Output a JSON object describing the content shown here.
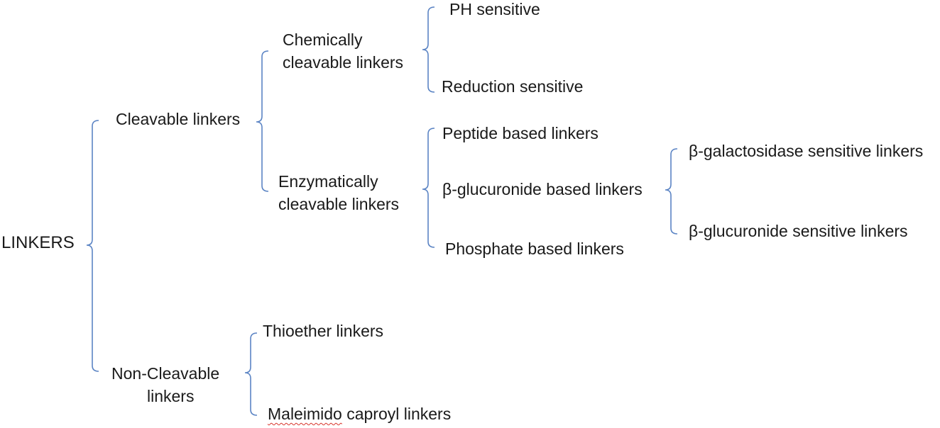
{
  "diagram": {
    "root": "LINKERS",
    "cleavable": {
      "label": "Cleavable linkers",
      "chemically": {
        "line1": "Chemically",
        "line2": "cleavable linkers",
        "children": [
          "PH sensitive",
          "Reduction sensitive"
        ]
      },
      "enzymatically": {
        "line1": "Enzymatically",
        "line2": "cleavable linkers",
        "children": [
          "Peptide based linkers",
          "β-glucuronide based linkers",
          "Phosphate based linkers"
        ],
        "glucuronide_children": [
          "β-galactosidase sensitive linkers",
          "β-glucuronide sensitive linkers"
        ]
      }
    },
    "non_cleavable": {
      "line1": "Non-Cleavable",
      "line2": "linkers",
      "children": {
        "thioether": "Thioether linkers",
        "maleimido_word": "Maleimido",
        "maleimido_rest": " caproyl linkers"
      }
    }
  },
  "colors": {
    "brace": "#5b84c4",
    "text": "#1a1a1a",
    "spellcheck": "#d9342b"
  }
}
